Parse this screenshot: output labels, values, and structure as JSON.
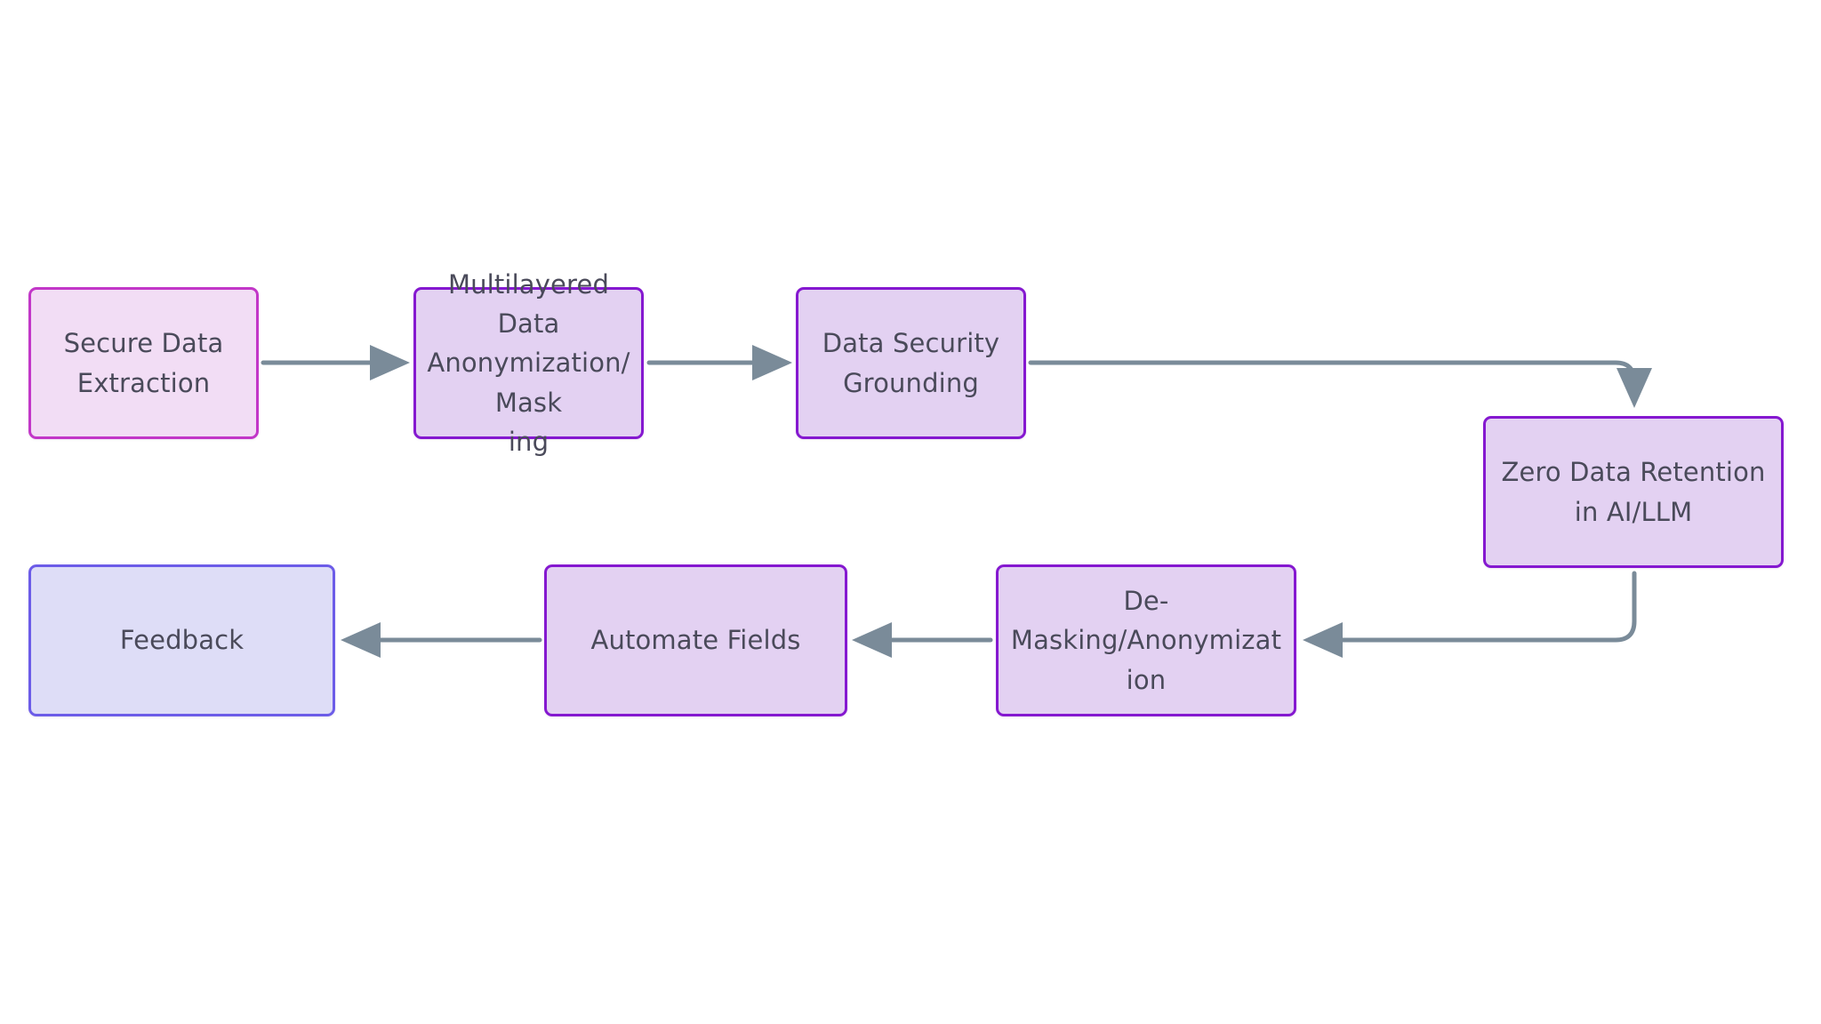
{
  "diagram": {
    "type": "flowchart",
    "orientation": "left-to-right, serpentine (top row L→R, bottom row R→L)",
    "background_color": "#FFFFFF",
    "palette": {
      "pink_fill": "#F2DDF5",
      "pink_border": "#C237C8",
      "purple_fill": "#E3D1F2",
      "purple_border": "#8518D0",
      "indigo_fill": "#DEDDF7",
      "indigo_border": "#6C5CE8",
      "edge_color": "#7A8B99",
      "label_color": "#4A4A5A"
    },
    "nodes": [
      {
        "id": "secure-data-extraction",
        "label": "Secure Data\nExtraction",
        "fill": "#F2DDF5",
        "border": "#C237C8"
      },
      {
        "id": "multilayered-anonymization",
        "label": "Multilayered Data\nAnonymization/Mask\ning",
        "fill": "#E3D1F2",
        "border": "#8518D0"
      },
      {
        "id": "data-security-grounding",
        "label": "Data Security\nGrounding",
        "fill": "#E3D1F2",
        "border": "#8518D0"
      },
      {
        "id": "zero-data-retention",
        "label": "Zero Data Retention\nin AI/LLM",
        "fill": "#E3D1F2",
        "border": "#8518D0"
      },
      {
        "id": "de-masking",
        "label": "De-\nMasking/Anonymizat\nion",
        "fill": "#E3D1F2",
        "border": "#8518D0"
      },
      {
        "id": "automate-fields",
        "label": "Automate Fields",
        "fill": "#E3D1F2",
        "border": "#8518D0"
      },
      {
        "id": "feedback",
        "label": "Feedback",
        "fill": "#DEDDF7",
        "border": "#6C5CE8"
      }
    ],
    "edges": [
      {
        "id": "edge-1",
        "from": "secure-data-extraction",
        "to": "multilayered-anonymization",
        "style": "straight-horizontal-right"
      },
      {
        "id": "edge-2",
        "from": "multilayered-anonymization",
        "to": "data-security-grounding",
        "style": "straight-horizontal-right"
      },
      {
        "id": "edge-3",
        "from": "data-security-grounding",
        "to": "zero-data-retention",
        "style": "elbow-right-then-down"
      },
      {
        "id": "edge-4",
        "from": "zero-data-retention",
        "to": "de-masking",
        "style": "elbow-down-then-left"
      },
      {
        "id": "edge-5",
        "from": "de-masking",
        "to": "automate-fields",
        "style": "straight-horizontal-left"
      },
      {
        "id": "edge-6",
        "from": "automate-fields",
        "to": "feedback",
        "style": "straight-horizontal-left"
      }
    ]
  }
}
